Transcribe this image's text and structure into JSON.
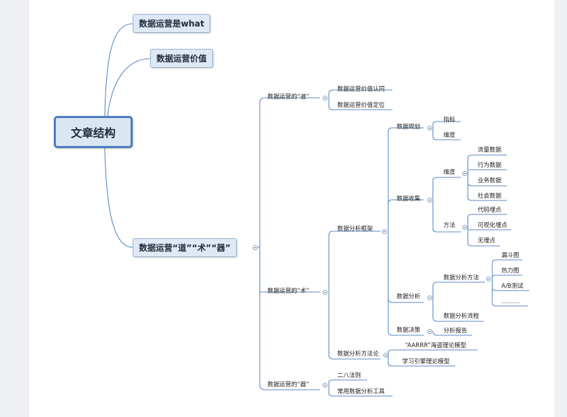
{
  "mindmap": {
    "root": "文章结构",
    "branch1": "数据运营是what",
    "branch2": "数据运营价值",
    "branch3": "数据运营“道”“术”“器”",
    "dao": {
      "title": "数据运营的“道”",
      "items": [
        "数据运营价值认同",
        "数据运营价值定位"
      ]
    },
    "shu": {
      "title": "数据运营的“术”",
      "framework": {
        "title": "数据分析框架",
        "planning": {
          "title": "数据规划",
          "items": [
            "指标",
            "维度"
          ]
        },
        "collect": {
          "title": "数据收集",
          "dimension": {
            "title": "维度",
            "items": [
              "流量数据",
              "行为数据",
              "业务数据",
              "社会数据"
            ]
          },
          "method": {
            "title": "方法",
            "items": [
              "代码埋点",
              "可视化埋点",
              "无埋点"
            ]
          }
        },
        "analysis": {
          "title": "数据分析",
          "methods": {
            "title": "数据分析方法",
            "items": [
              "漏斗图",
              "热力图",
              "A/B测试",
              "............"
            ]
          },
          "flow": "数据分析流程"
        },
        "decision": {
          "title": "数据决策",
          "item": "分析报告"
        }
      },
      "methodology": {
        "title": "数据分析方法论",
        "items": [
          "“AARRR”海盗理论模型",
          "学习引擎理论模型"
        ]
      }
    },
    "qi": {
      "title": "数据运营的“器”",
      "items": [
        "二八法则",
        "常用数据分析工具"
      ]
    }
  }
}
